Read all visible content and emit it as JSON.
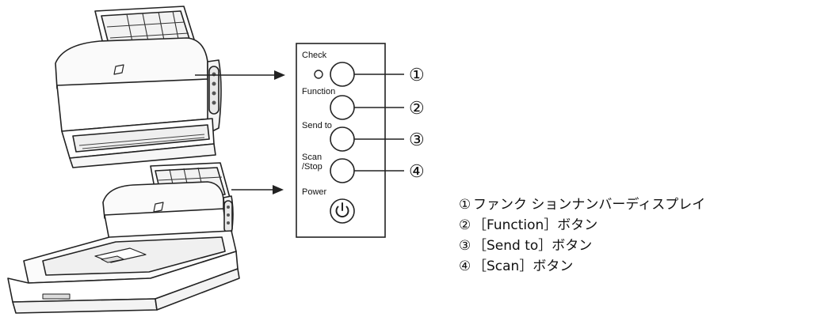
{
  "panel": {
    "check_label": "Check",
    "function_label": "Function",
    "send_to_label": "Send to",
    "scan_stop_label_line1": "Scan",
    "scan_stop_label_line2": "/Stop",
    "power_label": "Power"
  },
  "callouts": [
    "①",
    "②",
    "③",
    "④"
  ],
  "legend": [
    {
      "num": "①",
      "text": "ファンク ションナンバーディスプレイ"
    },
    {
      "num": "②",
      "text": "［Function］ボタン"
    },
    {
      "num": "③",
      "text": "［Send to］ボタン"
    },
    {
      "num": "④",
      "text": "［Scan］ボタン"
    }
  ]
}
